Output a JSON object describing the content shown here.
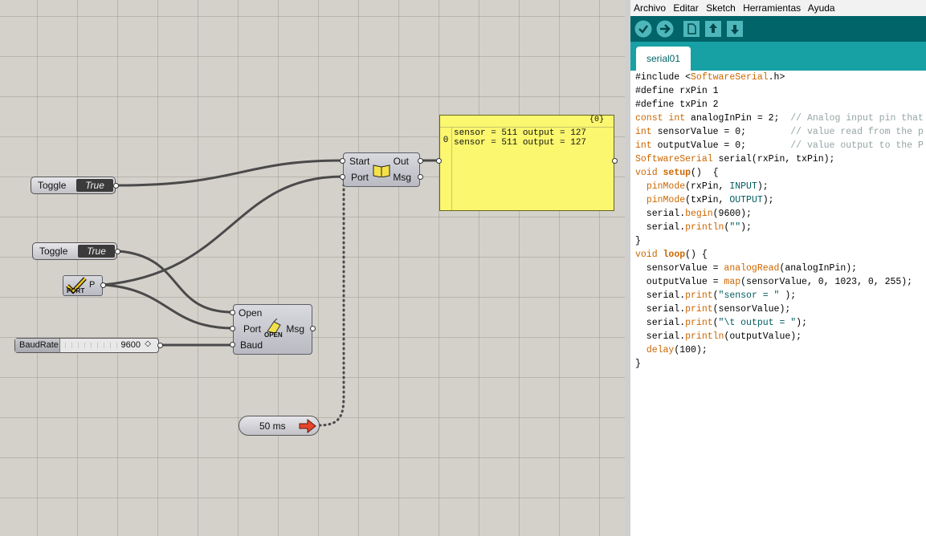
{
  "canvas": {
    "toggle1": {
      "label": "Toggle",
      "value": "True"
    },
    "toggle2": {
      "label": "Toggle",
      "value": "True"
    },
    "port_component": {
      "label": "P",
      "caption": "PORT"
    },
    "baud_slider": {
      "label": "BaudRate",
      "value": "9600"
    },
    "timer": {
      "label": "50 ms"
    },
    "serial_open": {
      "in_open": "Open",
      "in_port": "Port",
      "in_baud": "Baud",
      "out_msg": "Msg",
      "icon_caption": "OPEN"
    },
    "serial_read": {
      "in_start": "Start",
      "in_port": "Port",
      "out_out": "Out",
      "out_msg": "Msg"
    },
    "panel": {
      "header": "{0}",
      "index": "0",
      "lines": [
        "sensor = 511 output = 127",
        "sensor = 511 output = 127"
      ]
    }
  },
  "ide": {
    "menu": [
      "Archivo",
      "Editar",
      "Sketch",
      "Herramientas",
      "Ayuda"
    ],
    "toolbar": [
      "verify-icon",
      "upload-icon",
      "new-icon",
      "open-icon",
      "save-icon"
    ],
    "tab": "serial01",
    "colors": {
      "toolbar": "#006468",
      "tabbar": "#17a1a5",
      "keyword": "#cc6600"
    },
    "code": [
      "#include <SoftwareSerial.h>",
      "#define rxPin 1",
      "#define txPin 2",
      "const int analogInPin = 2;  // Analog input pin that",
      "int sensorValue = 0;        // value read from the p",
      "int outputValue = 0;        // value output to the P",
      "SoftwareSerial serial(rxPin, txPin);",
      "void setup()  {",
      "  pinMode(rxPin, INPUT);",
      "  pinMode(txPin, OUTPUT);",
      "  serial.begin(9600);",
      "  serial.println(\"\");",
      "}",
      "void loop() {",
      "  sensorValue = analogRead(analogInPin);",
      "  outputValue = map(sensorValue, 0, 1023, 0, 255);",
      "  serial.print(\"sensor = \" );",
      "  serial.print(sensorValue);",
      "  serial.print(\"\\t output = \");",
      "  serial.println(outputValue);",
      "  delay(100);",
      "}"
    ]
  }
}
